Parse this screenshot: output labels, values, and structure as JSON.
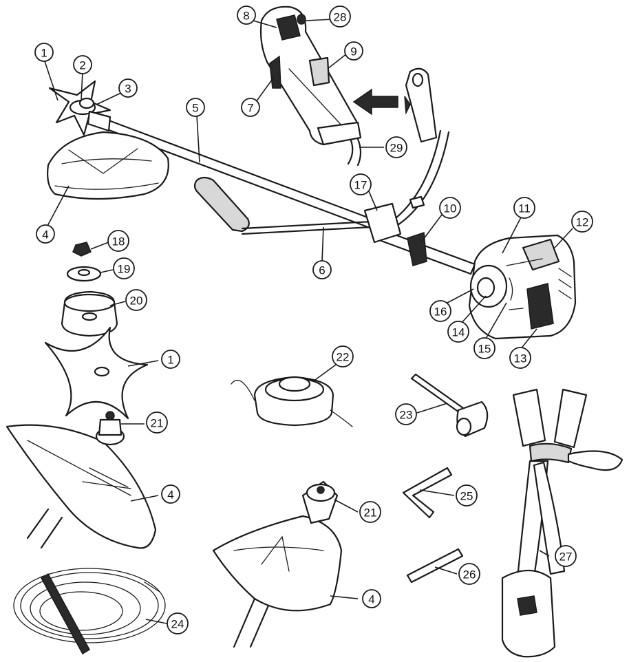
{
  "callouts": [
    {
      "id": "c1a",
      "label": "1"
    },
    {
      "id": "c2",
      "label": "2"
    },
    {
      "id": "c3",
      "label": "3"
    },
    {
      "id": "c4a",
      "label": "4"
    },
    {
      "id": "c5",
      "label": "5"
    },
    {
      "id": "c6",
      "label": "6"
    },
    {
      "id": "c7",
      "label": "7"
    },
    {
      "id": "c8",
      "label": "8"
    },
    {
      "id": "c28",
      "label": "28"
    },
    {
      "id": "c9",
      "label": "9"
    },
    {
      "id": "c29",
      "label": "29"
    },
    {
      "id": "c10",
      "label": "10"
    },
    {
      "id": "c11",
      "label": "11"
    },
    {
      "id": "c12",
      "label": "12"
    },
    {
      "id": "c13",
      "label": "13"
    },
    {
      "id": "c14",
      "label": "14"
    },
    {
      "id": "c15",
      "label": "15"
    },
    {
      "id": "c16",
      "label": "16"
    },
    {
      "id": "c17",
      "label": "17"
    },
    {
      "id": "c18",
      "label": "18"
    },
    {
      "id": "c19",
      "label": "19"
    },
    {
      "id": "c20",
      "label": "20"
    },
    {
      "id": "c1b",
      "label": "1"
    },
    {
      "id": "c21a",
      "label": "21"
    },
    {
      "id": "c4b",
      "label": "4"
    },
    {
      "id": "c22",
      "label": "22"
    },
    {
      "id": "c23",
      "label": "23"
    },
    {
      "id": "c25",
      "label": "25"
    },
    {
      "id": "c21b",
      "label": "21"
    },
    {
      "id": "c26",
      "label": "26"
    },
    {
      "id": "c27",
      "label": "27"
    },
    {
      "id": "c4c",
      "label": "4"
    },
    {
      "id": "c24",
      "label": "24"
    }
  ]
}
